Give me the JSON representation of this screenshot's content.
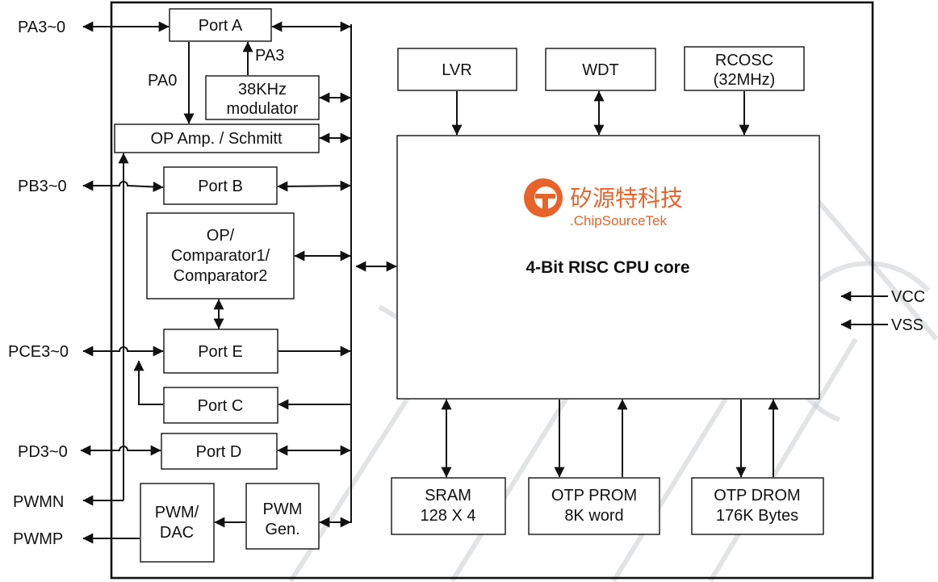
{
  "blocks": {
    "port_a": "Port A",
    "modulator": [
      "38KHz",
      "modulator"
    ],
    "op_schmitt": "OP Amp. / Schmitt",
    "port_b": "Port B",
    "comparator": [
      "OP/",
      "Comparator1/",
      "Comparator2"
    ],
    "port_e": "Port E",
    "port_c": "Port C",
    "port_d": "Port D",
    "pwm_dac": [
      "PWM/",
      "DAC"
    ],
    "pwm_gen": [
      "PWM",
      "Gen."
    ],
    "lvr": "LVR",
    "wdt": "WDT",
    "rcosc": [
      "RCOSC",
      "(32MHz)"
    ],
    "cpu_core": "4-Bit RISC CPU core",
    "sram": [
      "SRAM",
      "128 X 4"
    ],
    "otp_prom": [
      "OTP PROM",
      "8K word"
    ],
    "otp_drom": [
      "OTP DROM",
      "176K Bytes"
    ]
  },
  "pins": {
    "pa": "PA3~0",
    "pb": "PB3~0",
    "pce": "PCE3~0",
    "pd": "PD3~0",
    "pwmn": "PWMN",
    "pwmp": "PWMP",
    "vcc": "VCC",
    "vss": "VSS"
  },
  "signals": {
    "pa0": "PA0",
    "pa3": "PA3"
  },
  "logo": {
    "cn": "矽源特科技",
    "en": ".ChipSourceTek",
    "color": "#e8632a"
  }
}
